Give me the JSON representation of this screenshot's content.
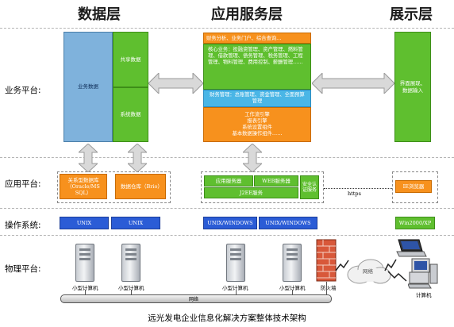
{
  "columns": {
    "data": "数据层",
    "app": "应用服务层",
    "present": "展示层"
  },
  "rows": {
    "business": "业务平台:",
    "application": "应用平台:",
    "os": "操作系统:",
    "physical": "物理平台:"
  },
  "data_layer": {
    "business_data": "业务数据",
    "shared_data": "共享数据",
    "system_data": "系统数据"
  },
  "app_layer": {
    "top_bar": "财务分析、业务门户、综合查询…",
    "core_business": "核心业务：投融资管理、资产管理、燃料管理、借款管理、债务管理、税务管理、工程管理、物料管理、费用控制、薪酬管理……",
    "finance_mgmt": "财务管理：总账管理、资金管理、全面预算管理",
    "engines": [
      "工作流引擎",
      "报表引擎",
      "系统设置组件",
      "基本数据操作组件……"
    ]
  },
  "present_layer": {
    "interface": "界面展现、数据输入"
  },
  "app_platform": {
    "relational_db": "关系型数据库（Oracle/MS SQL）",
    "data_warehouse": "数据仓库（Brio）",
    "app_server": "应用服务器",
    "web_server": "WEB服务器",
    "j2ee": "J2EE服务",
    "security": "安全认证服务",
    "https": "https",
    "ie_browser": "IE浏览器"
  },
  "os": {
    "unix_1": "UNIX",
    "unix_2": "UNIX",
    "unix_win_1": "UNIX/WINDOWS",
    "unix_win_2": "UNIX/WINDOWS",
    "win": "Win2000/XP"
  },
  "physical": {
    "server_label": "小型计算机",
    "firewall": "防火墙",
    "network_cloud": "网络",
    "computer": "计算机",
    "lan": "网络"
  },
  "caption": "远光发电企业信息化解决方案整体技术架构",
  "colors": {
    "orange": "#f7911d",
    "green": "#5fbf2f",
    "blue": "#2b5cd6",
    "cyan": "#4ab6e6",
    "sql_blue": "#7fb2dc"
  }
}
